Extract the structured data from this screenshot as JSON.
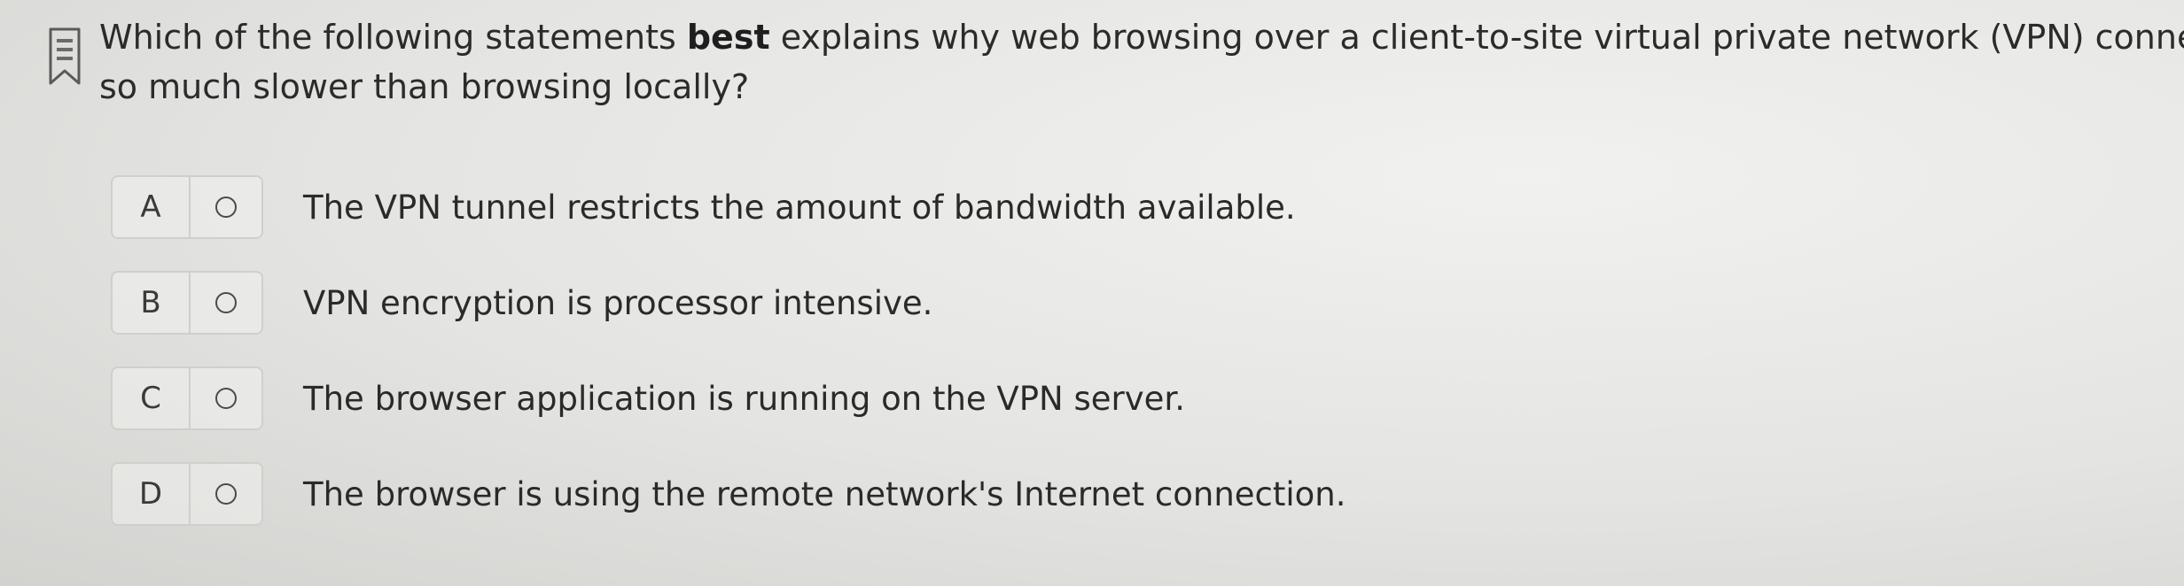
{
  "question": {
    "text_before": "Which of the following statements ",
    "text_bold": "best",
    "text_line1_after": " explains why web browsing over a client-to-site virtual private network (VPN) connection is usually",
    "text_line2": "so much slower than browsing locally?"
  },
  "options": [
    {
      "letter": "A",
      "text": "The VPN tunnel restricts the amount of bandwidth available."
    },
    {
      "letter": "B",
      "text": "VPN encryption is processor intensive."
    },
    {
      "letter": "C",
      "text": "The browser application is running on the VPN server."
    },
    {
      "letter": "D",
      "text": "The browser is using the remote network's Internet connection."
    }
  ],
  "icons": {
    "flag": "bookmark-flag-icon",
    "radio": "radio-button-icon"
  },
  "colors": {
    "text": "#2a2a2a",
    "border": "#cfcfcc"
  }
}
